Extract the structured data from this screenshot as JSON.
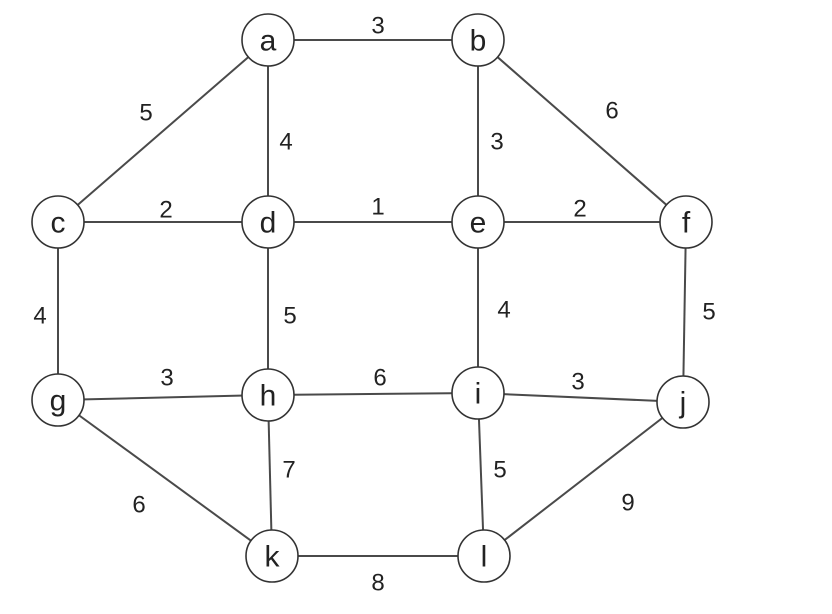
{
  "nodes": [
    {
      "id": "a",
      "label": "a"
    },
    {
      "id": "b",
      "label": "b"
    },
    {
      "id": "c",
      "label": "c"
    },
    {
      "id": "d",
      "label": "d"
    },
    {
      "id": "e",
      "label": "e"
    },
    {
      "id": "f",
      "label": "f"
    },
    {
      "id": "g",
      "label": "g"
    },
    {
      "id": "h",
      "label": "h"
    },
    {
      "id": "i",
      "label": "i"
    },
    {
      "id": "j",
      "label": "j"
    },
    {
      "id": "k",
      "label": "k"
    },
    {
      "id": "l",
      "label": "l"
    }
  ],
  "edges": [
    {
      "from": "a",
      "to": "b",
      "weight": "3"
    },
    {
      "from": "a",
      "to": "c",
      "weight": "5"
    },
    {
      "from": "a",
      "to": "d",
      "weight": "4"
    },
    {
      "from": "b",
      "to": "e",
      "weight": "3"
    },
    {
      "from": "b",
      "to": "f",
      "weight": "6"
    },
    {
      "from": "c",
      "to": "d",
      "weight": "2"
    },
    {
      "from": "d",
      "to": "e",
      "weight": "1"
    },
    {
      "from": "e",
      "to": "f",
      "weight": "2"
    },
    {
      "from": "c",
      "to": "g",
      "weight": "4"
    },
    {
      "from": "d",
      "to": "h",
      "weight": "5"
    },
    {
      "from": "e",
      "to": "i",
      "weight": "4"
    },
    {
      "from": "f",
      "to": "j",
      "weight": "5"
    },
    {
      "from": "g",
      "to": "h",
      "weight": "3"
    },
    {
      "from": "h",
      "to": "i",
      "weight": "6"
    },
    {
      "from": "i",
      "to": "j",
      "weight": "3"
    },
    {
      "from": "g",
      "to": "k",
      "weight": "6"
    },
    {
      "from": "h",
      "to": "k",
      "weight": "7"
    },
    {
      "from": "i",
      "to": "l",
      "weight": "5"
    },
    {
      "from": "j",
      "to": "l",
      "weight": "9"
    },
    {
      "from": "k",
      "to": "l",
      "weight": "8"
    }
  ]
}
